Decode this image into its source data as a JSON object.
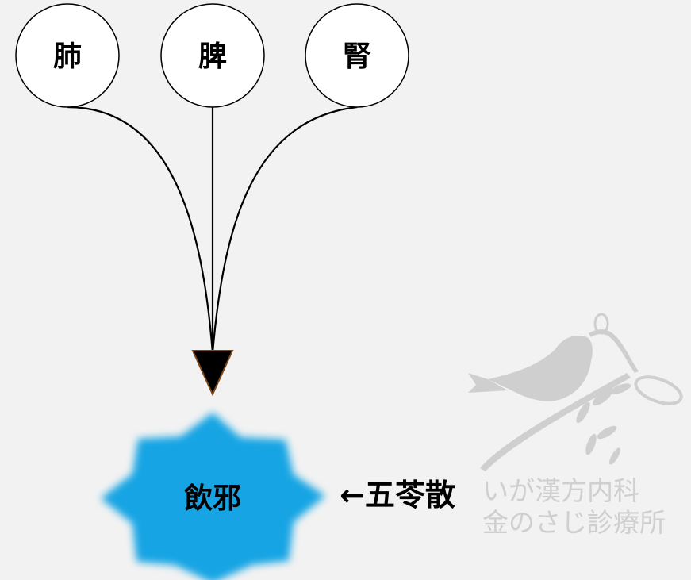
{
  "organs": [
    {
      "id": "lung",
      "label": "肺"
    },
    {
      "id": "spleen",
      "label": "脾"
    },
    {
      "id": "kidney",
      "label": "腎"
    }
  ],
  "center": {
    "label": "飲邪",
    "color": "#12a4e4"
  },
  "remedy": {
    "label": "←五苓散"
  },
  "watermark": {
    "line1": "いが漢方内科",
    "line2": "金のさじ診療所"
  },
  "colors": {
    "background": "#f2f2f2",
    "arrow_fill": "#000000",
    "arrow_stroke": "#7a4a1a"
  }
}
